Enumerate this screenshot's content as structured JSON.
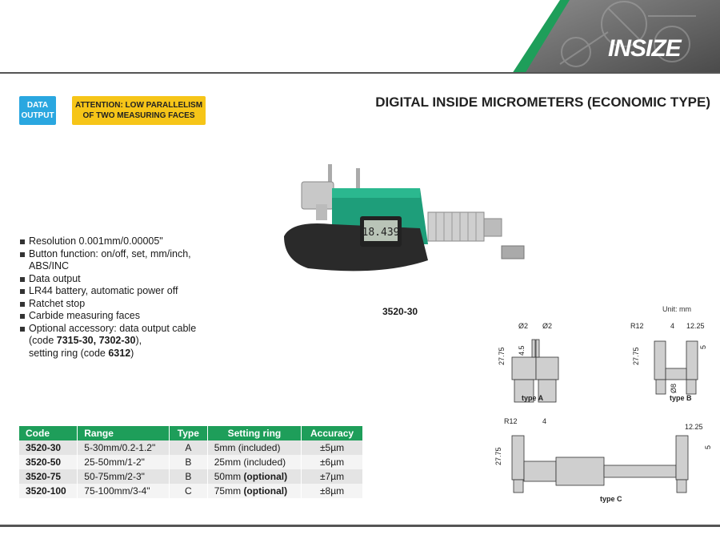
{
  "brand": {
    "logo_text": "INSIZE",
    "accent": "#1e9e5a",
    "banner_gray": "#6d6d6d"
  },
  "badges": {
    "data_output": "DATA OUTPUT",
    "attention_line1": "ATTENTION: LOW PARALLELISM",
    "attention_line2": "OF TWO MEASURING FACES"
  },
  "title": "DIGITAL INSIDE MICROMETERS (ECONOMIC TYPE)",
  "features": [
    "Resolution 0.001mm/0.00005\"",
    "Button function: on/off, set, mm/inch,",
    "ABS/INC",
    "Data output",
    "LR44 battery, automatic power off",
    "Ratchet stop",
    "Carbide measuring faces",
    "Optional accessory: data output cable"
  ],
  "accessory": {
    "line2_prefix": "(code ",
    "line2_codes": "7315-30, 7302-30",
    "line2_suffix": "),",
    "line3_prefix": "setting ring (code ",
    "line3_code": "6312",
    "line3_suffix": ")"
  },
  "product": {
    "model": "3520-30",
    "display_value": "18.439"
  },
  "unit": "Unit: mm",
  "table": {
    "headers": [
      "Code",
      "Range",
      "Type",
      "Setting ring",
      "Accuracy"
    ],
    "rows": [
      {
        "code": "3520-30",
        "range": "5-30mm/0.2-1.2\"",
        "type": "A",
        "ring": "5mm (included)",
        "ring_bold": "",
        "accuracy": "±5µm"
      },
      {
        "code": "3520-50",
        "range": "25-50mm/1-2\"",
        "type": "B",
        "ring": "25mm (included)",
        "ring_bold": "",
        "accuracy": "±6µm"
      },
      {
        "code": "3520-75",
        "range": "50-75mm/2-3\"",
        "type": "B",
        "ring": "50mm ",
        "ring_bold": "(optional)",
        "accuracy": "±7µm"
      },
      {
        "code": "3520-100",
        "range": "75-100mm/3-4\"",
        "type": "C",
        "ring": "75mm ",
        "ring_bold": "(optional)",
        "accuracy": "±8µm"
      }
    ]
  },
  "diagrams": {
    "type_a": {
      "label": "type A",
      "d1": "Ø2",
      "d2": "Ø2",
      "h1": "27.75",
      "h2": "4.5"
    },
    "type_b": {
      "label": "type B",
      "r": "R12",
      "w": "4",
      "w2": "12.25",
      "h1": "27.75",
      "h2": "5",
      "d": "Ø8"
    },
    "type_c": {
      "label": "type C",
      "r": "R12",
      "w": "4",
      "w2": "12.25",
      "h1": "27.75",
      "h2": "5"
    }
  }
}
